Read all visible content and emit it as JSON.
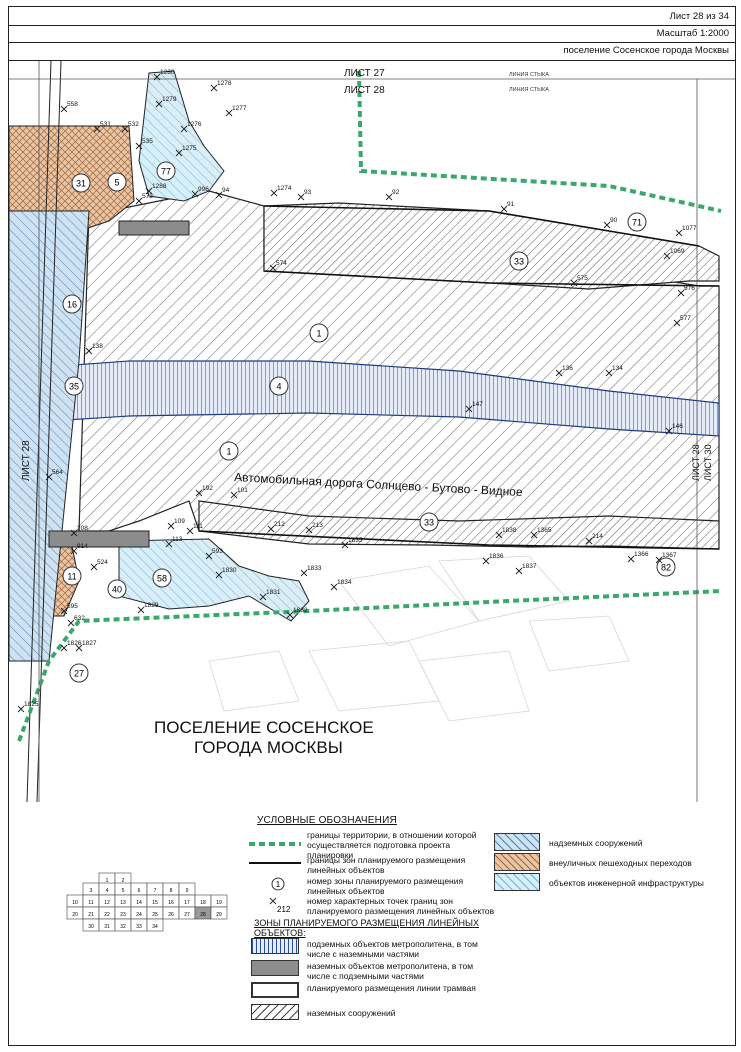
{
  "header": {
    "sheet": "Лист 28 из 34",
    "scale": "Масштаб 1:2000",
    "settlement": "поселение Сосенское города Москвы"
  },
  "map": {
    "sheet_top_a": "ЛИСТ 27",
    "sheet_top_b": "ЛИСТ 28",
    "sheet_left": "ЛИСТ 28",
    "sheet_right_a": "ЛИСТ 28",
    "sheet_right_b": "ЛИСТ 30",
    "join_line": "ЛИНИЯ СТЫКА",
    "road_label": "Автомобильная дорога Солнцево - Бутово - Видное",
    "place_line1": "ПОСЕЛЕНИЕ СОСЕНСКОЕ",
    "place_line2": "ГОРОДА МОСКВЫ",
    "zones": [
      "1",
      "1",
      "4",
      "33",
      "33",
      "35",
      "16",
      "31",
      "5",
      "77",
      "71",
      "11",
      "40",
      "58",
      "82",
      "27"
    ],
    "points": [
      "1280",
      "1278",
      "1277",
      "1279",
      "1276",
      "1275",
      "531",
      "532",
      "535",
      "558",
      "1288",
      "572",
      "996",
      "94",
      "1274",
      "93",
      "92",
      "91",
      "90",
      "1077",
      "1069",
      "574",
      "575",
      "576",
      "577",
      "138",
      "136",
      "134",
      "147",
      "146",
      "564",
      "192",
      "101",
      "109",
      "111",
      "113",
      "208",
      "914",
      "524",
      "593",
      "212",
      "213",
      "1835",
      "1838",
      "1365",
      "214",
      "1366",
      "1367",
      "1836",
      "1837",
      "1830",
      "1833",
      "1834",
      "1831",
      "1832",
      "1829",
      "1826",
      "1827",
      "632",
      "595",
      "1825"
    ]
  },
  "legend": {
    "title": "УСЛОВНЫЕ ОБОЗНАЧЕНИЯ",
    "items": [
      "границы территории, в отношении которой осуществляется подготовка проекта планировки",
      "границы зон планируемого размещения линейных объектов",
      "номер зоны планируемого размещения линейных объектов",
      "номер характерных точек границ зон планируемого размещения линейных объектов"
    ],
    "sample_zone": "1",
    "sample_point": "212",
    "zones_title": "ЗОНЫ ПЛАНИРУЕМОГО РАЗМЕЩЕНИЯ ЛИНЕЙНЫХ ОБЪЕКТОВ:",
    "zones": [
      "подземных объектов метрополитена, в том числе с наземными частями",
      "наземных объектов метрополитена, в том числе с подземными частями",
      "планируемого размещения линии трамвая",
      "наземных сооружений"
    ],
    "right": [
      "надземных сооружений",
      "внеуличных пешеходных переходов",
      "объектов инженерной инфраструктуры"
    ],
    "index_cells": [
      "1",
      "2",
      "3",
      "4",
      "5",
      "6",
      "7",
      "8",
      "9",
      "10",
      "11",
      "12",
      "13",
      "14",
      "15",
      "16",
      "17",
      "18",
      "19",
      "20",
      "21",
      "22",
      "23",
      "24",
      "25",
      "26",
      "27",
      "28",
      "29",
      "30",
      "31",
      "32",
      "33",
      "34"
    ]
  },
  "colors": {
    "boundary": "#3aa86b",
    "elevated": "#5b8fc4",
    "pedestrian": "#c98a5a",
    "engineering": "#6fb3d6",
    "metro_underground": "#2a4f9e"
  }
}
